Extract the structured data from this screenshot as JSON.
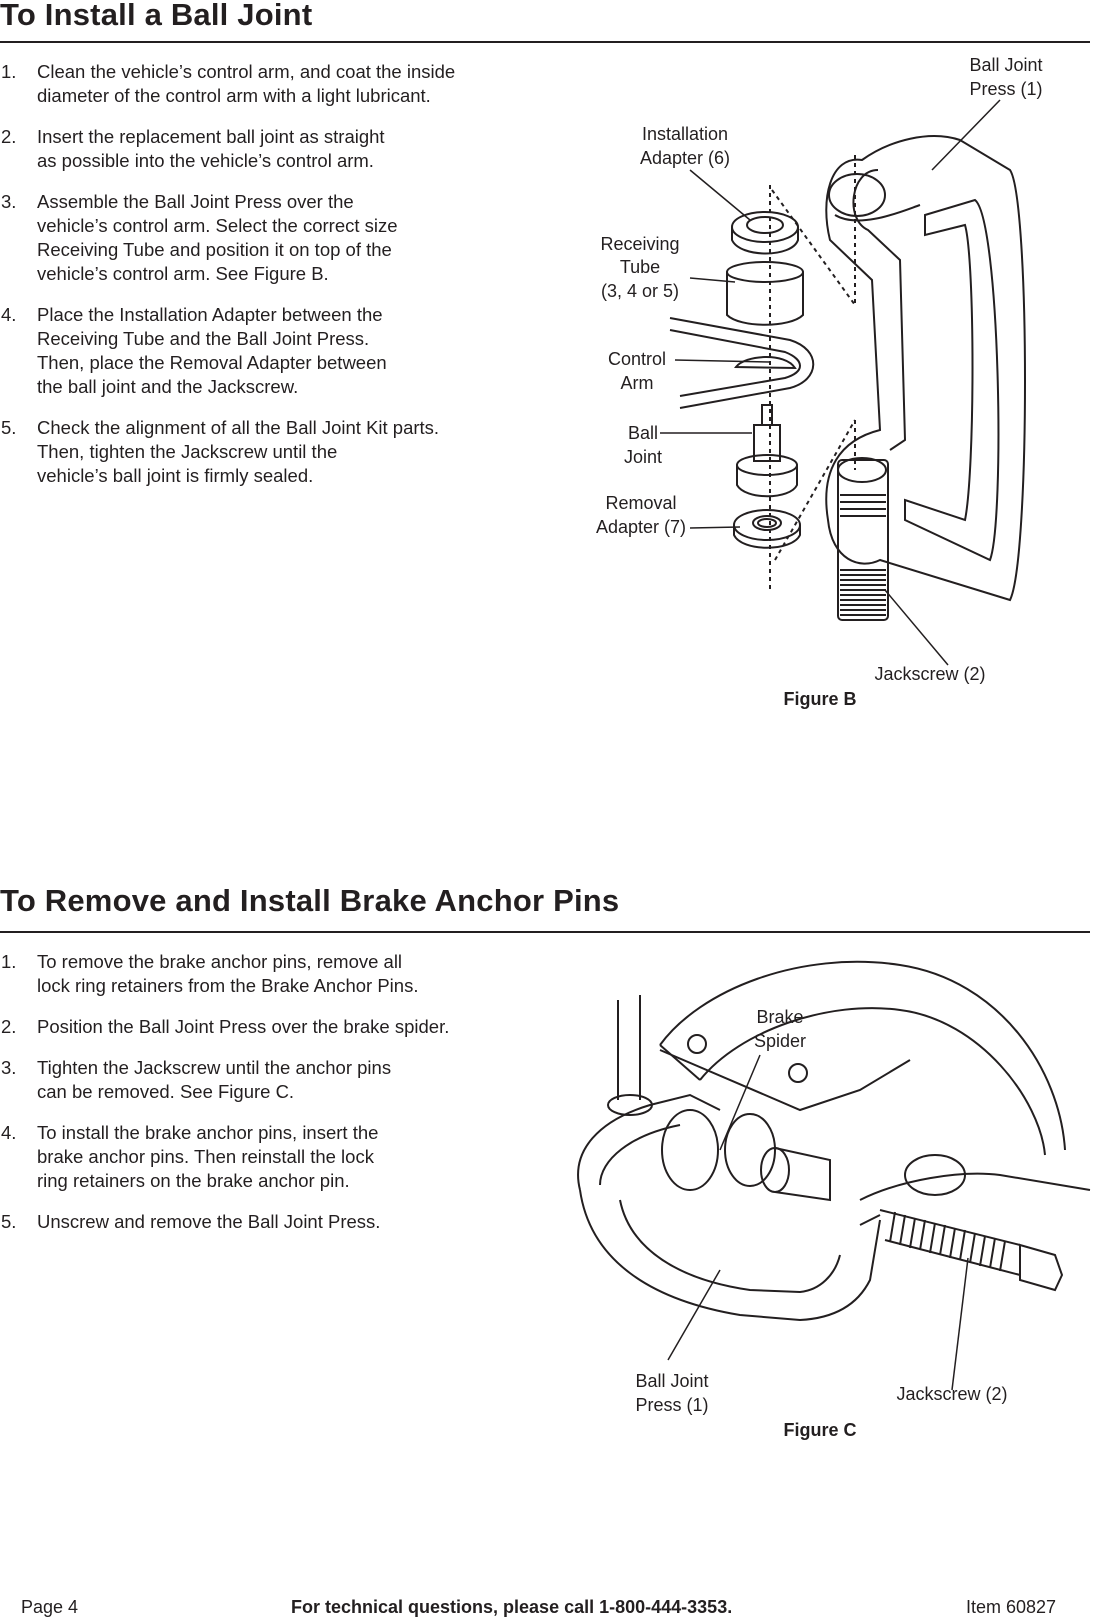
{
  "section1": {
    "title": "To Install a Ball Joint",
    "steps": [
      {
        "num": "1.",
        "text": "Clean the vehicle’s control arm, and coat the inside\ndiameter of the control arm with a light lubricant."
      },
      {
        "num": "2.",
        "text": "Insert the replacement ball joint as straight\nas possible into the vehicle’s control arm."
      },
      {
        "num": "3.",
        "text": "Assemble the Ball Joint Press over the\nvehicle’s control arm.  Select the correct size\nReceiving Tube and position it on top of the\nvehicle’s control arm.  See Figure B."
      },
      {
        "num": "4.",
        "text": "Place the Installation Adapter between the\nReceiving Tube and the Ball Joint Press.\nThen, place the Removal Adapter between\nthe ball joint and the Jackscrew."
      },
      {
        "num": "5.",
        "text": "Check the alignment of all the Ball Joint Kit parts.\nThen, tighten the Jackscrew until the\nvehicle’s ball joint is firmly sealed."
      }
    ]
  },
  "figureB": {
    "caption": "Figure B",
    "labels": {
      "ball_joint_press_1": "Ball Joint",
      "ball_joint_press_2": "Press (1)",
      "installation_adapter_1": "Installation",
      "installation_adapter_2": "Adapter (6)",
      "receiving_tube_1": "Receiving",
      "receiving_tube_2": "Tube",
      "receiving_tube_3": "(3, 4 or 5)",
      "control_arm_1": "Control",
      "control_arm_2": "Arm",
      "ball_joint_1": "Ball",
      "ball_joint_2": "Joint",
      "removal_adapter_1": "Removal",
      "removal_adapter_2": "Adapter (7)",
      "jackscrew": "Jackscrew (2)"
    }
  },
  "section2": {
    "title": "To Remove and Install Brake Anchor Pins",
    "steps": [
      {
        "num": "1.",
        "text": "To remove the brake anchor pins, remove all\nlock ring retainers from the Brake Anchor Pins."
      },
      {
        "num": "2.",
        "text": "Position the Ball Joint Press over the brake spider."
      },
      {
        "num": "3.",
        "text": "Tighten the Jackscrew until the anchor pins\ncan be removed.  See Figure C."
      },
      {
        "num": "4.",
        "text": "To install the brake anchor pins, insert the\nbrake anchor pins.  Then reinstall the lock\nring retainers on the brake anchor pin."
      },
      {
        "num": "5.",
        "text": "Unscrew and remove the Ball Joint Press."
      }
    ]
  },
  "figureC": {
    "caption": "Figure C",
    "labels": {
      "brake_spider_1": "Brake",
      "brake_spider_2": "Spider",
      "ball_joint_press_1": "Ball Joint",
      "ball_joint_press_2": "Press (1)",
      "jackscrew": "Jackscrew (2)"
    }
  },
  "footer": {
    "page": "Page 4",
    "support": "For technical questions, please call 1-800-444-3353.",
    "item": "Item 60827"
  }
}
